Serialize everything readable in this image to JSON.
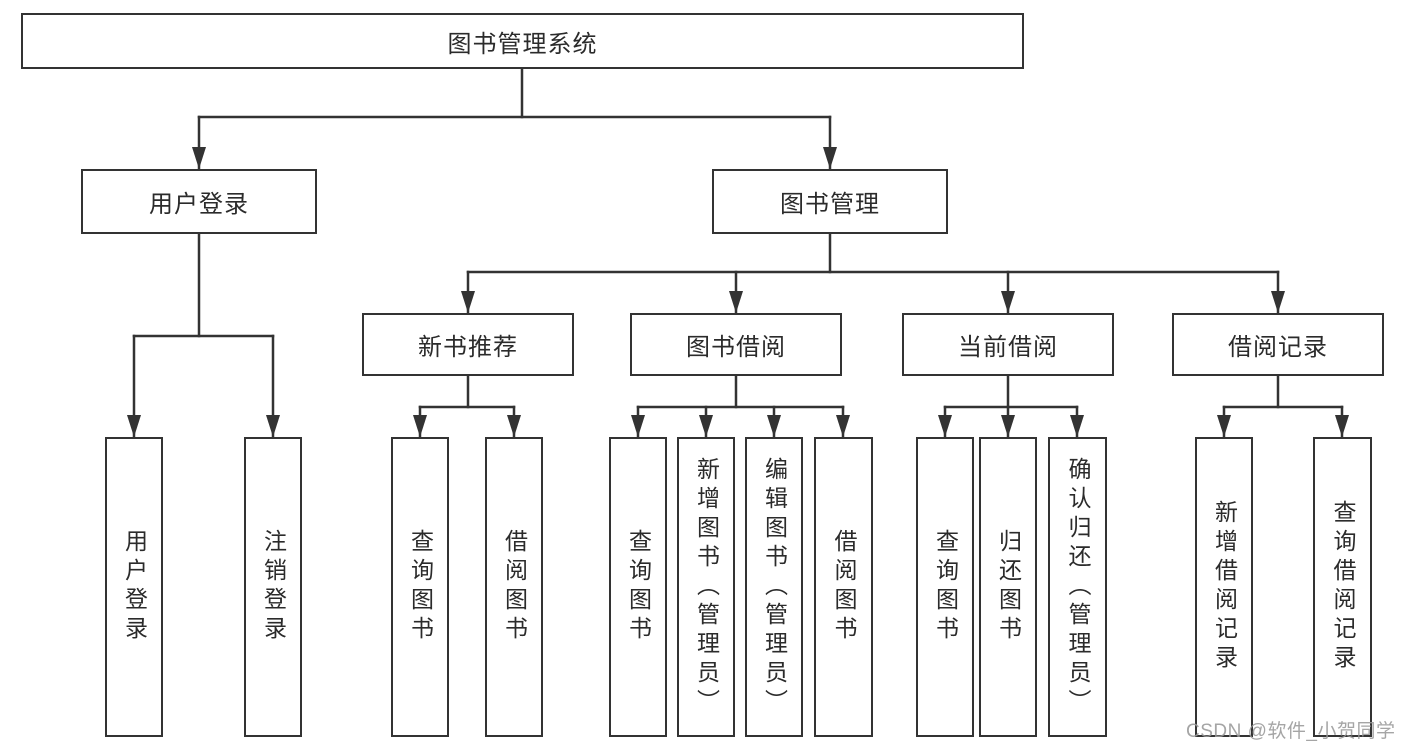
{
  "diagram": {
    "title_node": "root of functional structure chart",
    "root": {
      "label": "图书管理系统"
    },
    "branches": [
      {
        "label": "用户登录",
        "leaves": [
          {
            "label": "用户登录"
          },
          {
            "label": "注销登录"
          }
        ]
      },
      {
        "label": "图书管理",
        "groups": [
          {
            "label": "新书推荐",
            "leaves": [
              {
                "label": "查询图书"
              },
              {
                "label": "借阅图书"
              }
            ]
          },
          {
            "label": "图书借阅",
            "leaves": [
              {
                "label": "查询图书"
              },
              {
                "label": "新增图书（管理员）"
              },
              {
                "label": "编辑图书（管理员）"
              },
              {
                "label": "借阅图书"
              }
            ]
          },
          {
            "label": "当前借阅",
            "leaves": [
              {
                "label": "查询图书"
              },
              {
                "label": "归还图书"
              },
              {
                "label": "确认归还（管理员）"
              }
            ]
          },
          {
            "label": "借阅记录",
            "leaves": [
              {
                "label": "新增借阅记录"
              },
              {
                "label": "查询借阅记录"
              }
            ]
          }
        ]
      }
    ]
  },
  "watermark": {
    "text": "CSDN @软件_小贺同学"
  },
  "colors": {
    "line": "#333333",
    "text": "#2b2b2b",
    "box_background": "#ffffff",
    "watermark": "#989898",
    "background": "#ffffff"
  }
}
